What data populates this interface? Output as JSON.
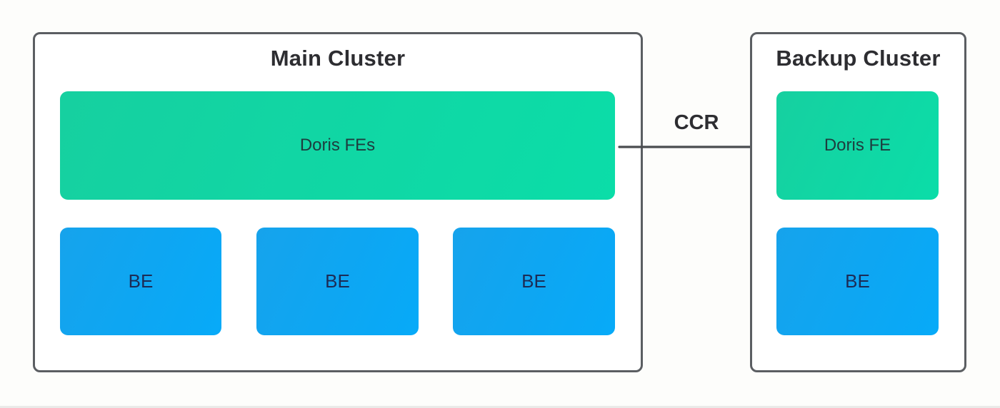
{
  "diagram": {
    "clusters": [
      {
        "id": "main",
        "title": "Main Cluster",
        "fe_label": "Doris FEs",
        "be_labels": [
          "BE",
          "BE",
          "BE"
        ]
      },
      {
        "id": "backup",
        "title": "Backup Cluster",
        "fe_label": "Doris FE",
        "be_labels": [
          "BE"
        ]
      }
    ],
    "arrow": {
      "label": "CCR",
      "from": "Doris FEs",
      "to": "Doris FE"
    }
  },
  "colors": {
    "fe_green": "#11d6a4",
    "be_blue": "#0ea6f2",
    "border_gray": "#5b5e62",
    "arrow_gray": "#4a4c4f",
    "title_text": "#2d2d31",
    "fe_text": "#1e3c3e",
    "be_text": "#1c2b55"
  }
}
